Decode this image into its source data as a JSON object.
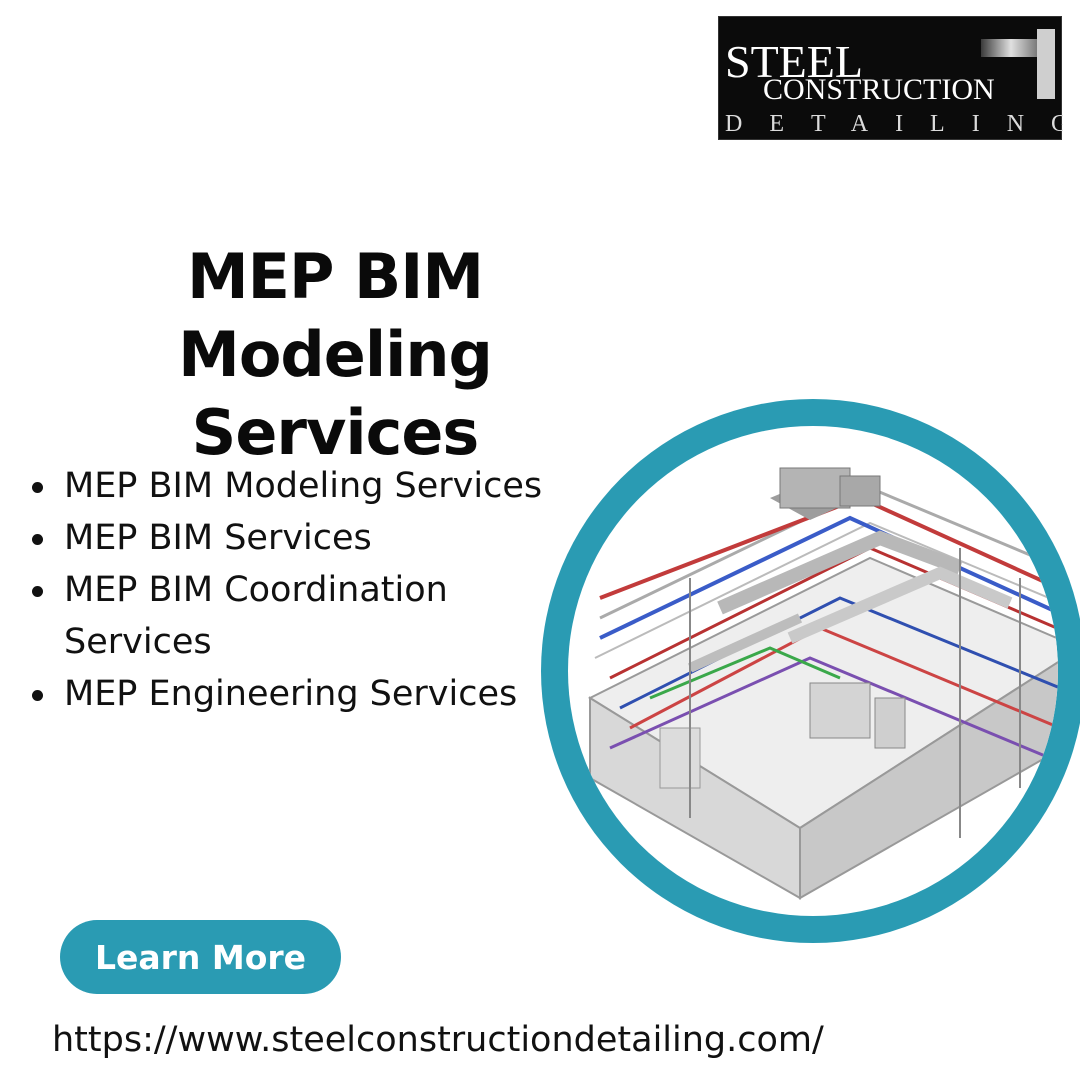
{
  "logo": {
    "line1": "STEEL",
    "line2": "CONSTRUCTION",
    "line3": "DETAILING"
  },
  "headline": {
    "line1": "MEP BIM Modeling",
    "line2": "Services"
  },
  "services": [
    "MEP BIM Modeling Services",
    "MEP BIM Services",
    "MEP BIM Coordination Services",
    "MEP Engineering Services"
  ],
  "cta": {
    "label": "Learn More"
  },
  "url": "https://www.steelconstructiondetailing.com/",
  "colors": {
    "accent": "#2a9bb3",
    "text": "#111111",
    "logo_bg": "#0b0b0b"
  }
}
